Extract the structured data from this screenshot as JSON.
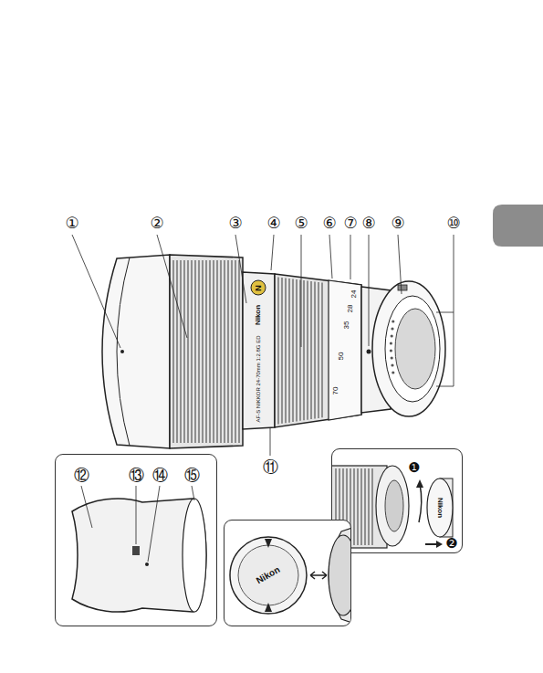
{
  "diagram": {
    "nodes": [
      {
        "text": [
          "⑫",
          "⑬",
          "⑭",
          "⑮"
        ]
      },
      {
        "text": [
          "Nikon"
        ]
      },
      {
        "text": [
          "❶",
          "❷",
          "Nikon"
        ]
      }
    ],
    "labels": [
      "①",
      "②",
      "③",
      "④",
      "⑤",
      "⑥",
      "⑦",
      "⑧",
      "⑨",
      "⑩",
      "⑪",
      "N",
      "Nikon",
      "AF-S NIKKOR 24-70mm 1:2.8G ED",
      "24",
      "28",
      "35",
      "50",
      "70"
    ]
  }
}
